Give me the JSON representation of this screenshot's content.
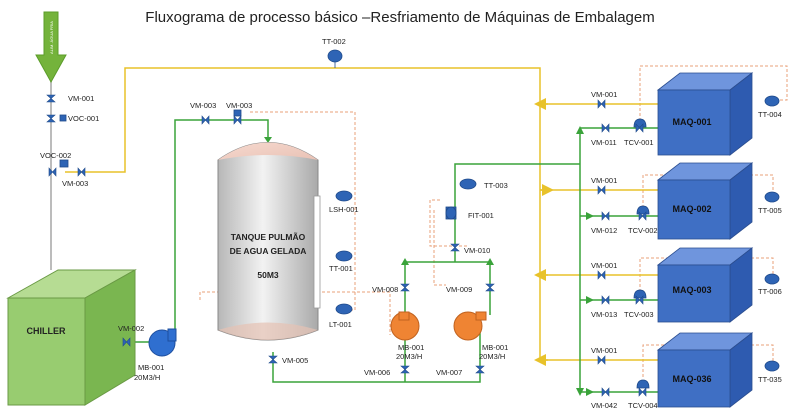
{
  "title": "Fluxograma de processo básico –Resfriamento de Máquinas de Embalagem",
  "supply_label": "ALIM. ÁGUA FRIA",
  "colors": {
    "hot_line": "#e8c22a",
    "cold_line": "#3aa33a",
    "supply_line": "#a6a6a6",
    "signal_line": "#e8a07a",
    "machine_face": "#3f6fc4",
    "chiller_face": "#98cc70",
    "pump": "#2f6fd0",
    "pump_orange": "#ef8433",
    "instrument": "#2e64b5"
  },
  "chiller": {
    "label": "CHILLER"
  },
  "tank": {
    "line1": "TANQUE  PULMÃO",
    "line2": "DE AGUA GELADA",
    "line3": "50M3"
  },
  "machines": [
    {
      "label": "MAQ-001",
      "tt": "TT-004",
      "vm_out": "VM-001",
      "vm_in": "VM-011",
      "tcv": "TCV-001"
    },
    {
      "label": "MAQ-002",
      "tt": "TT-005",
      "vm_out": "VM-001",
      "vm_in": "VM-012",
      "tcv": "TCV-002"
    },
    {
      "label": "MAQ-003",
      "tt": "TT-006",
      "vm_out": "VM-001",
      "vm_in": "VM-013",
      "tcv": "TCV-003"
    },
    {
      "label": "MAQ-036",
      "tt": "TT-035",
      "vm_out": "VM-001",
      "vm_in": "VM-042",
      "tcv": "TCV-004"
    }
  ],
  "tags": {
    "tt_002": "TT-002",
    "vm_001_top": "VM-001",
    "voc_001": "VOC-001",
    "voc_002": "VOC-002",
    "vm_003_left": "VM-003",
    "vm_003_a": "VM-003",
    "vm_003_b": "VM-003",
    "lsh_001": "LSH-001",
    "tt_001": "TT-001",
    "lt_001": "LT-001",
    "vm_002": "VM-002",
    "mb_001_main": "MB-001",
    "mb_001_main_cap": "20M3/H",
    "vm_005": "VM-005",
    "tt_003": "TT-003",
    "fit_001": "FIT-001",
    "vm_010": "VM-010",
    "vm_008": "VM-008",
    "vm_009": "VM-009",
    "mb_001_a": "MB-001",
    "mb_001_a_cap": "20M3/H",
    "mb_001_b": "MB-001",
    "mb_001_b_cap": "20M3/H",
    "vm_006": "VM-006",
    "vm_007": "VM-007"
  }
}
